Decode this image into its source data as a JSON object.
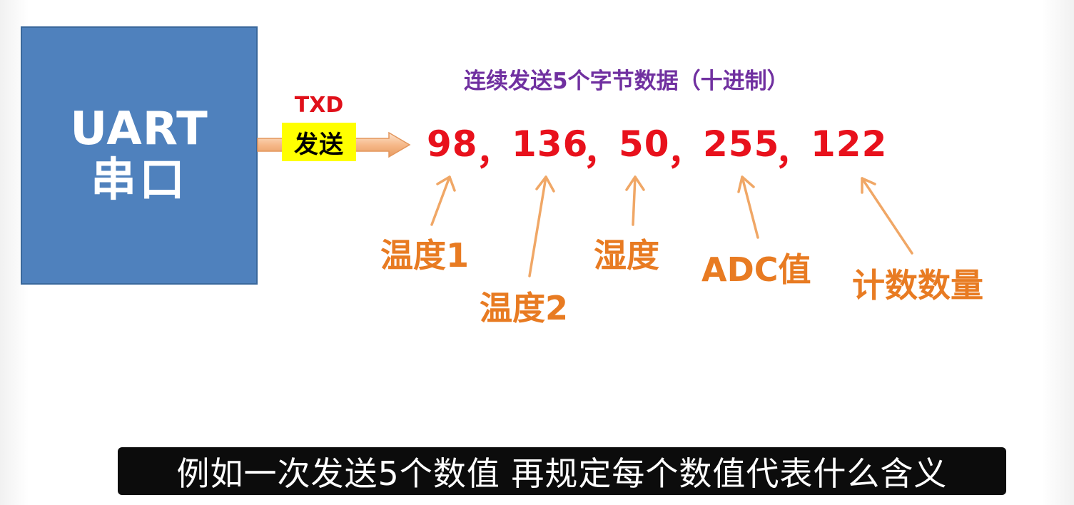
{
  "uart_block": {
    "line1": "UART",
    "line2": "串口"
  },
  "tx": {
    "pin_label": "TXD",
    "send_label": "发送"
  },
  "caption": "连续发送5个字节数据（十进制）",
  "bytes": {
    "b1": "98",
    "b2": "136",
    "b3": "50",
    "b4": "255",
    "b5": "122",
    "separator": "，"
  },
  "labels": {
    "l1": "温度1",
    "l2": "温度2",
    "l3": "湿度",
    "l4": "ADC值",
    "l5": "计数数量"
  },
  "subtitle": "例如一次发送5个数值  再规定每个数值代表什么含义",
  "colors": {
    "block_blue": "#4f81bd",
    "txd_red": "#e0101a",
    "badge_yellow": "#ffff00",
    "caption_purple": "#7030a0",
    "value_red": "#e8111c",
    "label_orange": "#e87b22",
    "arrow_orange": "#f0a766",
    "subtitle_bg": "#0c0c0c"
  }
}
